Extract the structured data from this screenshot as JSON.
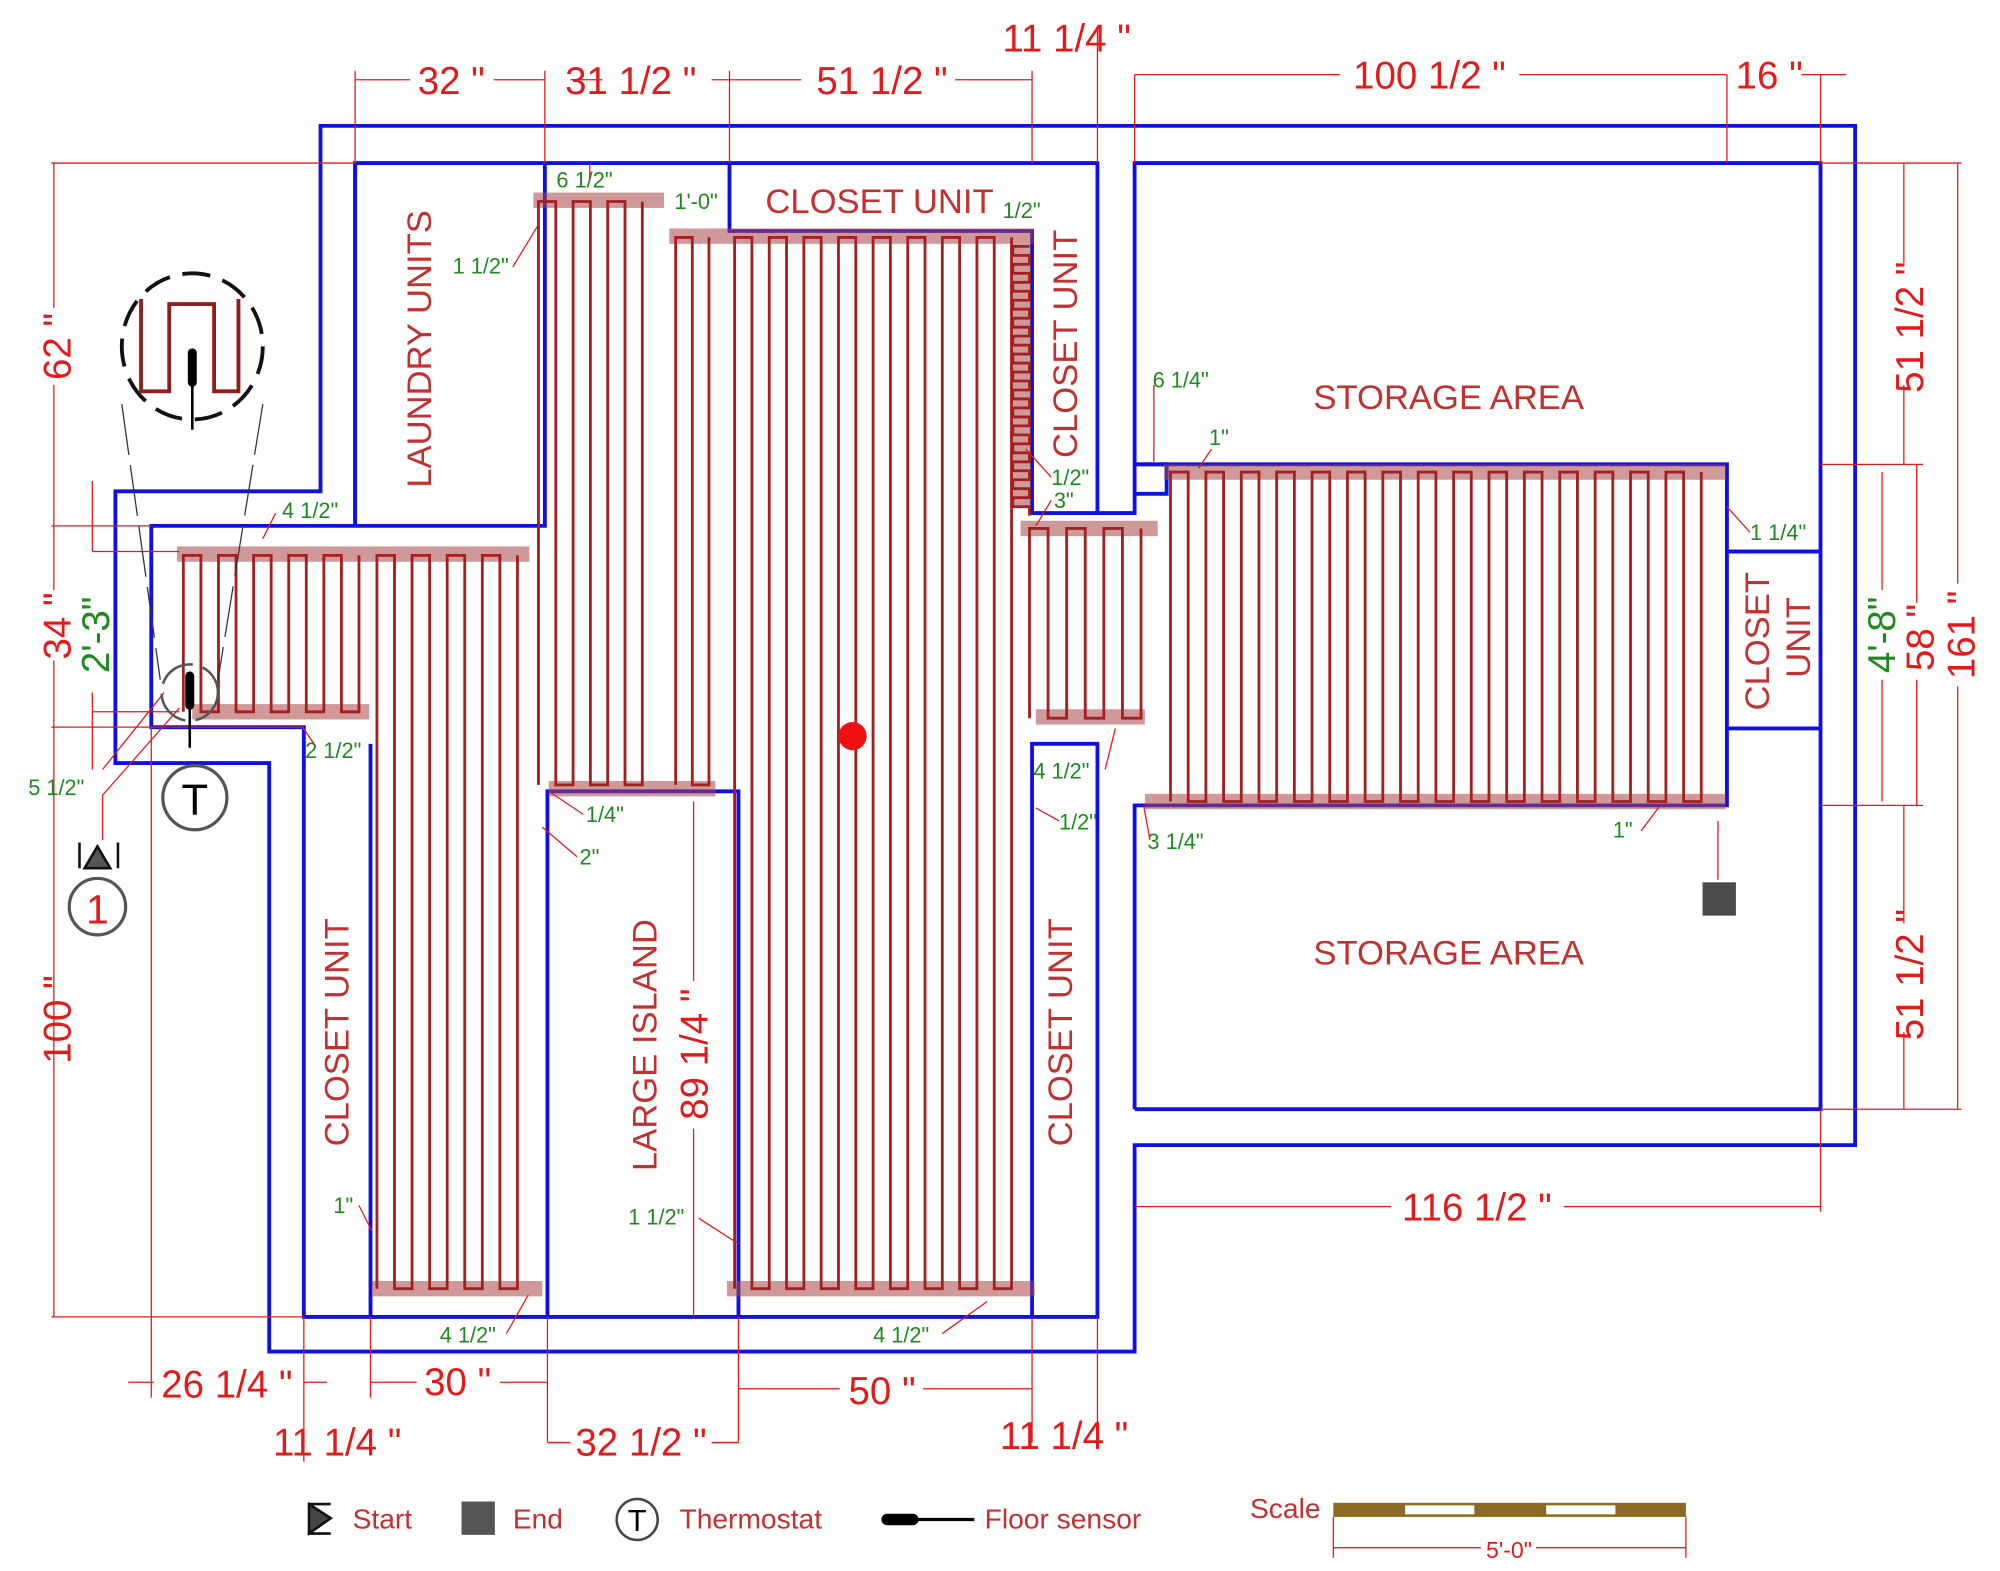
{
  "rooms": {
    "laundry": "LAUNDRY UNITS",
    "closet_top": "CLOSET UNIT",
    "closet_top_right": "CLOSET UNIT",
    "storage_top": "STORAGE AREA",
    "storage_bottom": "STORAGE AREA",
    "closet_right_line1": "CLOSET",
    "closet_right_line2": "UNIT",
    "closet_left": "CLOSET UNIT",
    "island": "LARGE ISLAND",
    "closet_mid": "CLOSET UNIT"
  },
  "dimensions": {
    "top": [
      "32 \"",
      "31 1/2 \"",
      "51 1/2 \"",
      "11 1/4 \"",
      "100 1/2 \"",
      "16 \""
    ],
    "left": [
      "62 \"",
      "34 \"",
      "100 \""
    ],
    "left_green": "2'-3\"",
    "right": [
      "51 1/2 \"",
      "58 \"",
      "161 \"",
      "51 1/2 \""
    ],
    "right_green": "4'-8\"",
    "bottom": [
      "26 1/4 \"",
      "30 \"",
      "50 \"",
      "11 1/4 \"",
      "32 1/2 \"",
      "11 1/4 \""
    ],
    "storage_width": "116 1/2 \"",
    "island_length": "89 1/4 \""
  },
  "offsets": [
    "6 1/2\"",
    "1'-0\"",
    "1/2\"",
    "1 1/2\"",
    "4 1/2\"",
    "2 1/2\"",
    "5 1/2\"",
    "1/2\"",
    "3\"",
    "6 1/4\"",
    "1\"",
    "1 1/4\"",
    "4 1/2\"",
    "1/2\"",
    "3 1/4\"",
    "1\"",
    "1/4\"",
    "2\"",
    "1\"",
    "1 1/2\"",
    "4 1/2\"",
    "4 1/2\""
  ],
  "markers": {
    "thermostat": "T",
    "zone": "1"
  },
  "legend": {
    "start": "Start",
    "end": "End",
    "thermostat": "Thermostat",
    "floor_sensor": "Floor sensor",
    "scale": "Scale",
    "scale_length": "5'-0\""
  },
  "colors": {
    "wall": "#1010e0",
    "cable": "#a32020",
    "dimension": "#e21a1a",
    "offset": "#1d8a1d",
    "scale_bar": "#8b6a23"
  }
}
